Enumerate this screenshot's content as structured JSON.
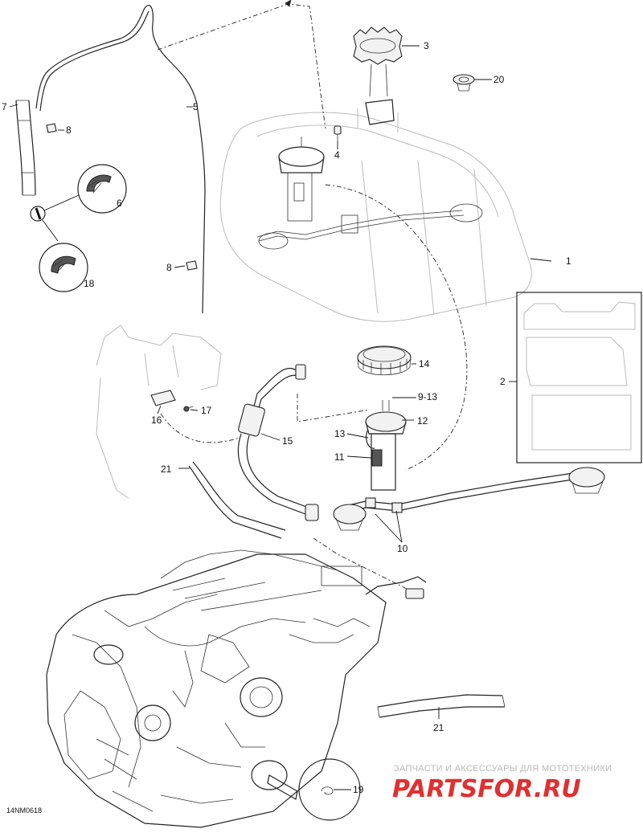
{
  "diagram_code": "14NM0618",
  "callouts": {
    "c1": "1",
    "c2": "2",
    "c3": "3",
    "c4": "4",
    "c5": "5",
    "c6": "6",
    "c7": "7",
    "c8a": "8",
    "c8b": "8",
    "c913": "9-13",
    "c10": "10",
    "c11": "11",
    "c12": "12",
    "c13": "13",
    "c14": "14",
    "c15": "15",
    "c16": "16",
    "c17": "17",
    "c18": "18",
    "c19": "19",
    "c20": "20",
    "c21a": "21",
    "c21b": "21"
  },
  "watermark": {
    "tagline": "ЗАПЧАСТИ И АКСЕССУАРЫ ДЛЯ МОТОТЕХНИКИ",
    "logo_part1": "PARTS",
    "logo_part2": "FOR",
    "logo_part3": ".RU"
  },
  "colors": {
    "line": "#222222",
    "watermark_red": "#e03030",
    "watermark_grey": "#b9b9b9"
  }
}
